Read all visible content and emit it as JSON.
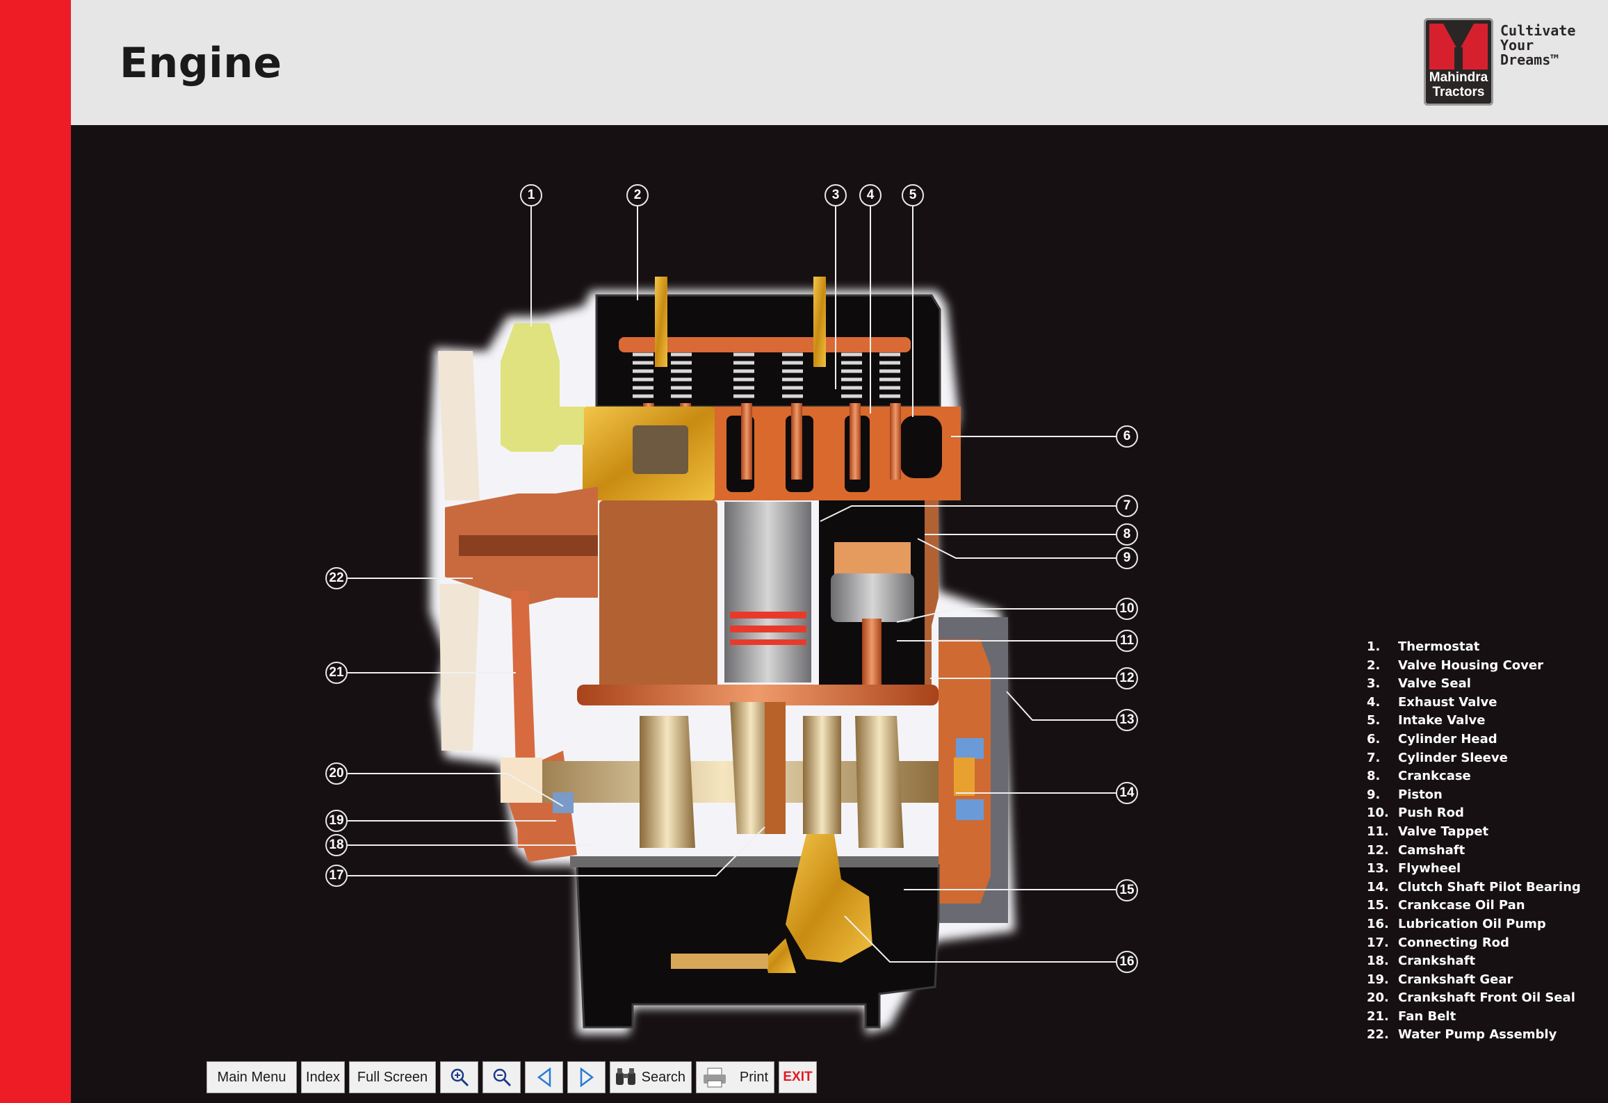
{
  "header": {
    "title": "Engine",
    "logo": {
      "line1": "Mahindra",
      "line2": "Tractors"
    },
    "tagline": [
      "Cultivate",
      "Your",
      "Dreams™"
    ]
  },
  "colors": {
    "accent_red": "#ee1c25",
    "header_bg": "#e6e6e6",
    "canvas_bg": "#161012"
  },
  "callouts": [
    "1",
    "2",
    "3",
    "4",
    "5",
    "6",
    "7",
    "8",
    "9",
    "10",
    "11",
    "12",
    "13",
    "14",
    "15",
    "16",
    "17",
    "18",
    "19",
    "20",
    "21",
    "22"
  ],
  "legend": [
    {
      "num": "1.",
      "label": "Thermostat"
    },
    {
      "num": "2.",
      "label": "Valve Housing Cover"
    },
    {
      "num": "3.",
      "label": "Valve Seal"
    },
    {
      "num": "4.",
      "label": "Exhaust Valve"
    },
    {
      "num": "5.",
      "label": "Intake Valve"
    },
    {
      "num": "6.",
      "label": "Cylinder Head"
    },
    {
      "num": "7.",
      "label": "Cylinder Sleeve"
    },
    {
      "num": "8.",
      "label": "Crankcase"
    },
    {
      "num": "9.",
      "label": "Piston"
    },
    {
      "num": "10.",
      "label": "Push Rod"
    },
    {
      "num": "11.",
      "label": "Valve Tappet"
    },
    {
      "num": "12.",
      "label": "Camshaft"
    },
    {
      "num": "13.",
      "label": "Flywheel"
    },
    {
      "num": "14.",
      "label": "Clutch Shaft Pilot Bearing"
    },
    {
      "num": "15.",
      "label": "Crankcase Oil Pan"
    },
    {
      "num": "16.",
      "label": "Lubrication Oil Pump"
    },
    {
      "num": "17.",
      "label": "Connecting Rod"
    },
    {
      "num": "18.",
      "label": "Crankshaft"
    },
    {
      "num": "19.",
      "label": "Crankshaft Gear"
    },
    {
      "num": "20.",
      "label": "Crankshaft Front Oil Seal"
    },
    {
      "num": "21.",
      "label": "Fan Belt"
    },
    {
      "num": "22.",
      "label": "Water Pump Assembly"
    }
  ],
  "toolbar": {
    "main_menu": "Main Menu",
    "index": "Index",
    "full_screen": "Full Screen",
    "zoom_in_icon": "zoom-in-icon",
    "zoom_out_icon": "zoom-out-icon",
    "prev_icon": "prev-arrow-icon",
    "next_icon": "next-arrow-icon",
    "search": "Search",
    "print": "Print",
    "exit": "EXIT"
  }
}
